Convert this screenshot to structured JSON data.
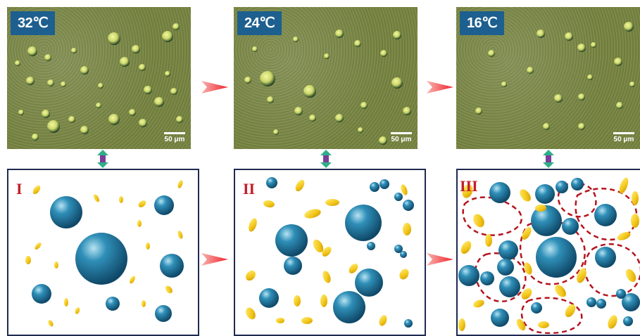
{
  "panels": [
    {
      "temperature": "32℃",
      "scale_label": "50 μm",
      "stage": "I"
    },
    {
      "temperature": "24℃",
      "scale_label": "50 μm",
      "stage": "II"
    },
    {
      "temperature": "16℃",
      "scale_label": "50 μm",
      "stage": "III"
    }
  ],
  "colors": {
    "label_bg": "#1d5f8f",
    "sphere": "#1f7fa8",
    "flake": "#f2c417",
    "arrow_red": "#f0222b",
    "link_green": "#2fae8a",
    "link_purple": "#7a3d9a",
    "cluster_outline": "#b5141f"
  }
}
